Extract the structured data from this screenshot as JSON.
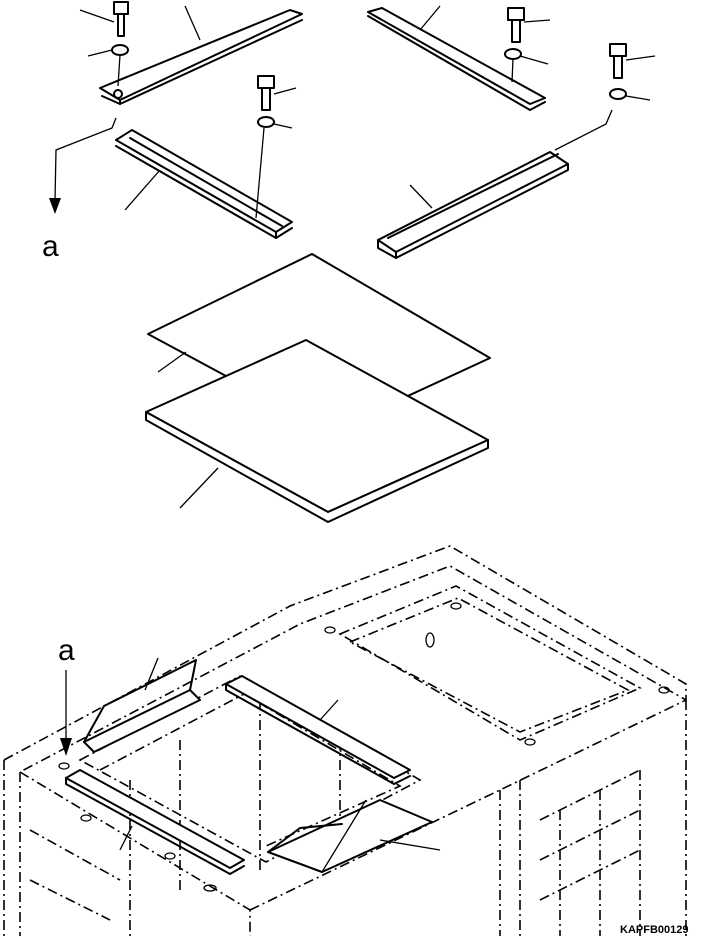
{
  "labels": {
    "connector_top": "a",
    "connector_bottom": "a"
  },
  "drawing_code": "KAPFB00129"
}
